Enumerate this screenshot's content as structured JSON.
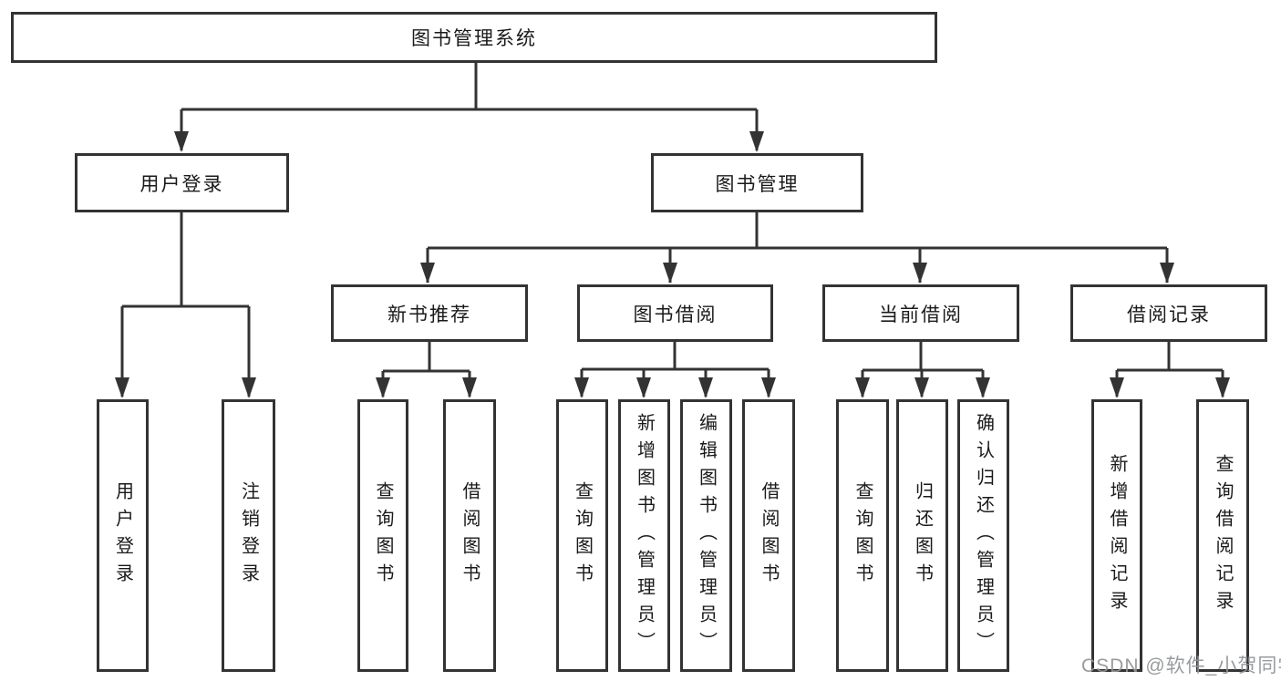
{
  "diagram": {
    "tree": {
      "root": {
        "label": "图书管理系统"
      },
      "branches": [
        {
          "label": "用户登录",
          "children": [
            {
              "label": "用户登录"
            },
            {
              "label": "注销登录"
            }
          ]
        },
        {
          "label": "图书管理",
          "children": [
            {
              "label": "新书推荐",
              "children": [
                {
                  "label": "查询图书"
                },
                {
                  "label": "借阅图书"
                }
              ]
            },
            {
              "label": "图书借阅",
              "children": [
                {
                  "label": "查询图书"
                },
                {
                  "label": "新增图书（管理员）"
                },
                {
                  "label": "编辑图书（管理员）"
                },
                {
                  "label": "借阅图书"
                }
              ]
            },
            {
              "label": "当前借阅",
              "children": [
                {
                  "label": "查询图书"
                },
                {
                  "label": "归还图书"
                },
                {
                  "label": "确认归还（管理员）"
                }
              ]
            },
            {
              "label": "借阅记录",
              "children": [
                {
                  "label": "新增借阅记录"
                },
                {
                  "label": "查询借阅记录"
                }
              ]
            }
          ]
        }
      ]
    },
    "watermark": "CSDN @软件_小贺同学",
    "colors": {
      "line": "#333333",
      "box_border": "#333333",
      "box_fill": "#ffffff",
      "text": "#1a1a1a",
      "watermark": "#949698",
      "background": "#ffffff"
    }
  }
}
